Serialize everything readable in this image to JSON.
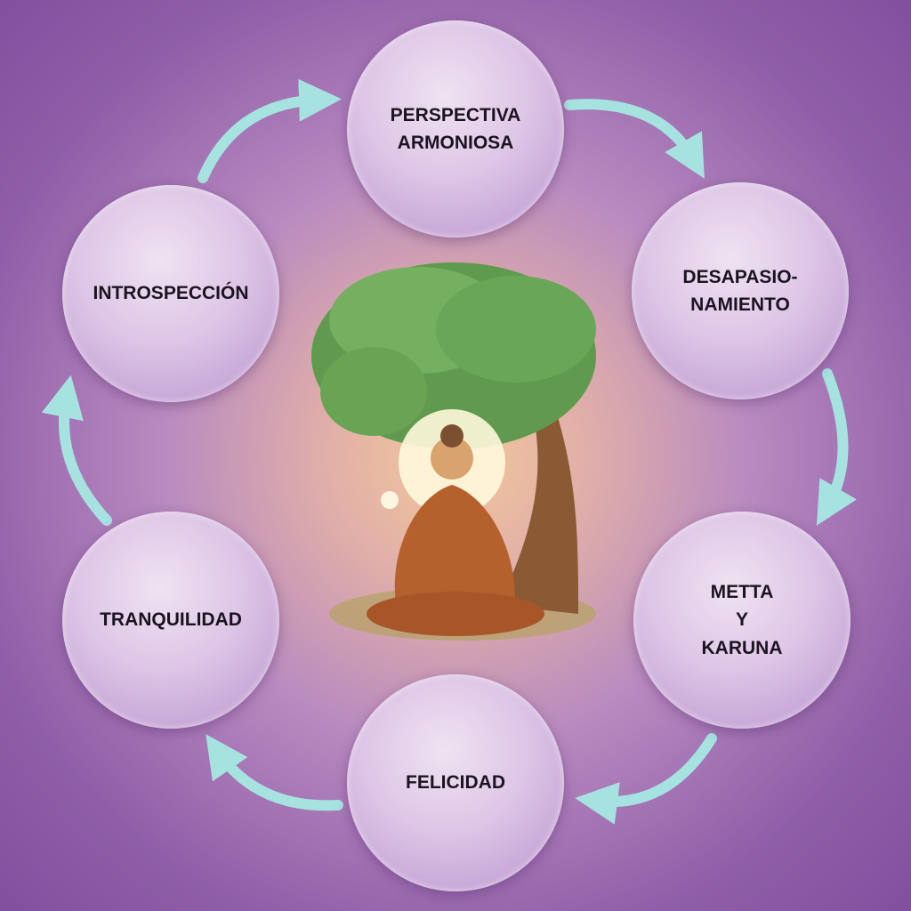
{
  "nodes": [
    {
      "id": "perspectiva",
      "label": "PERSPECTIVA\nARMONIOSA"
    },
    {
      "id": "desapasionamiento",
      "label": "DESAPASIO-\nNAMIENTO"
    },
    {
      "id": "metta",
      "label": "METTA\nY\nKARUNA"
    },
    {
      "id": "felicidad",
      "label": "FELICIDAD"
    },
    {
      "id": "tranquilidad",
      "label": "TRANQUILIDAD"
    },
    {
      "id": "introspeccion",
      "label": "INTROSPECCIÓN"
    }
  ],
  "colors": {
    "arrow": "#a6e3e0",
    "leaf": "#5f9a4f",
    "robe": "#b5612e",
    "trunk": "#8a5a35"
  },
  "icons": {
    "center": "buddha-under-tree-illustration",
    "arrows": "curved-arrow-icon"
  }
}
